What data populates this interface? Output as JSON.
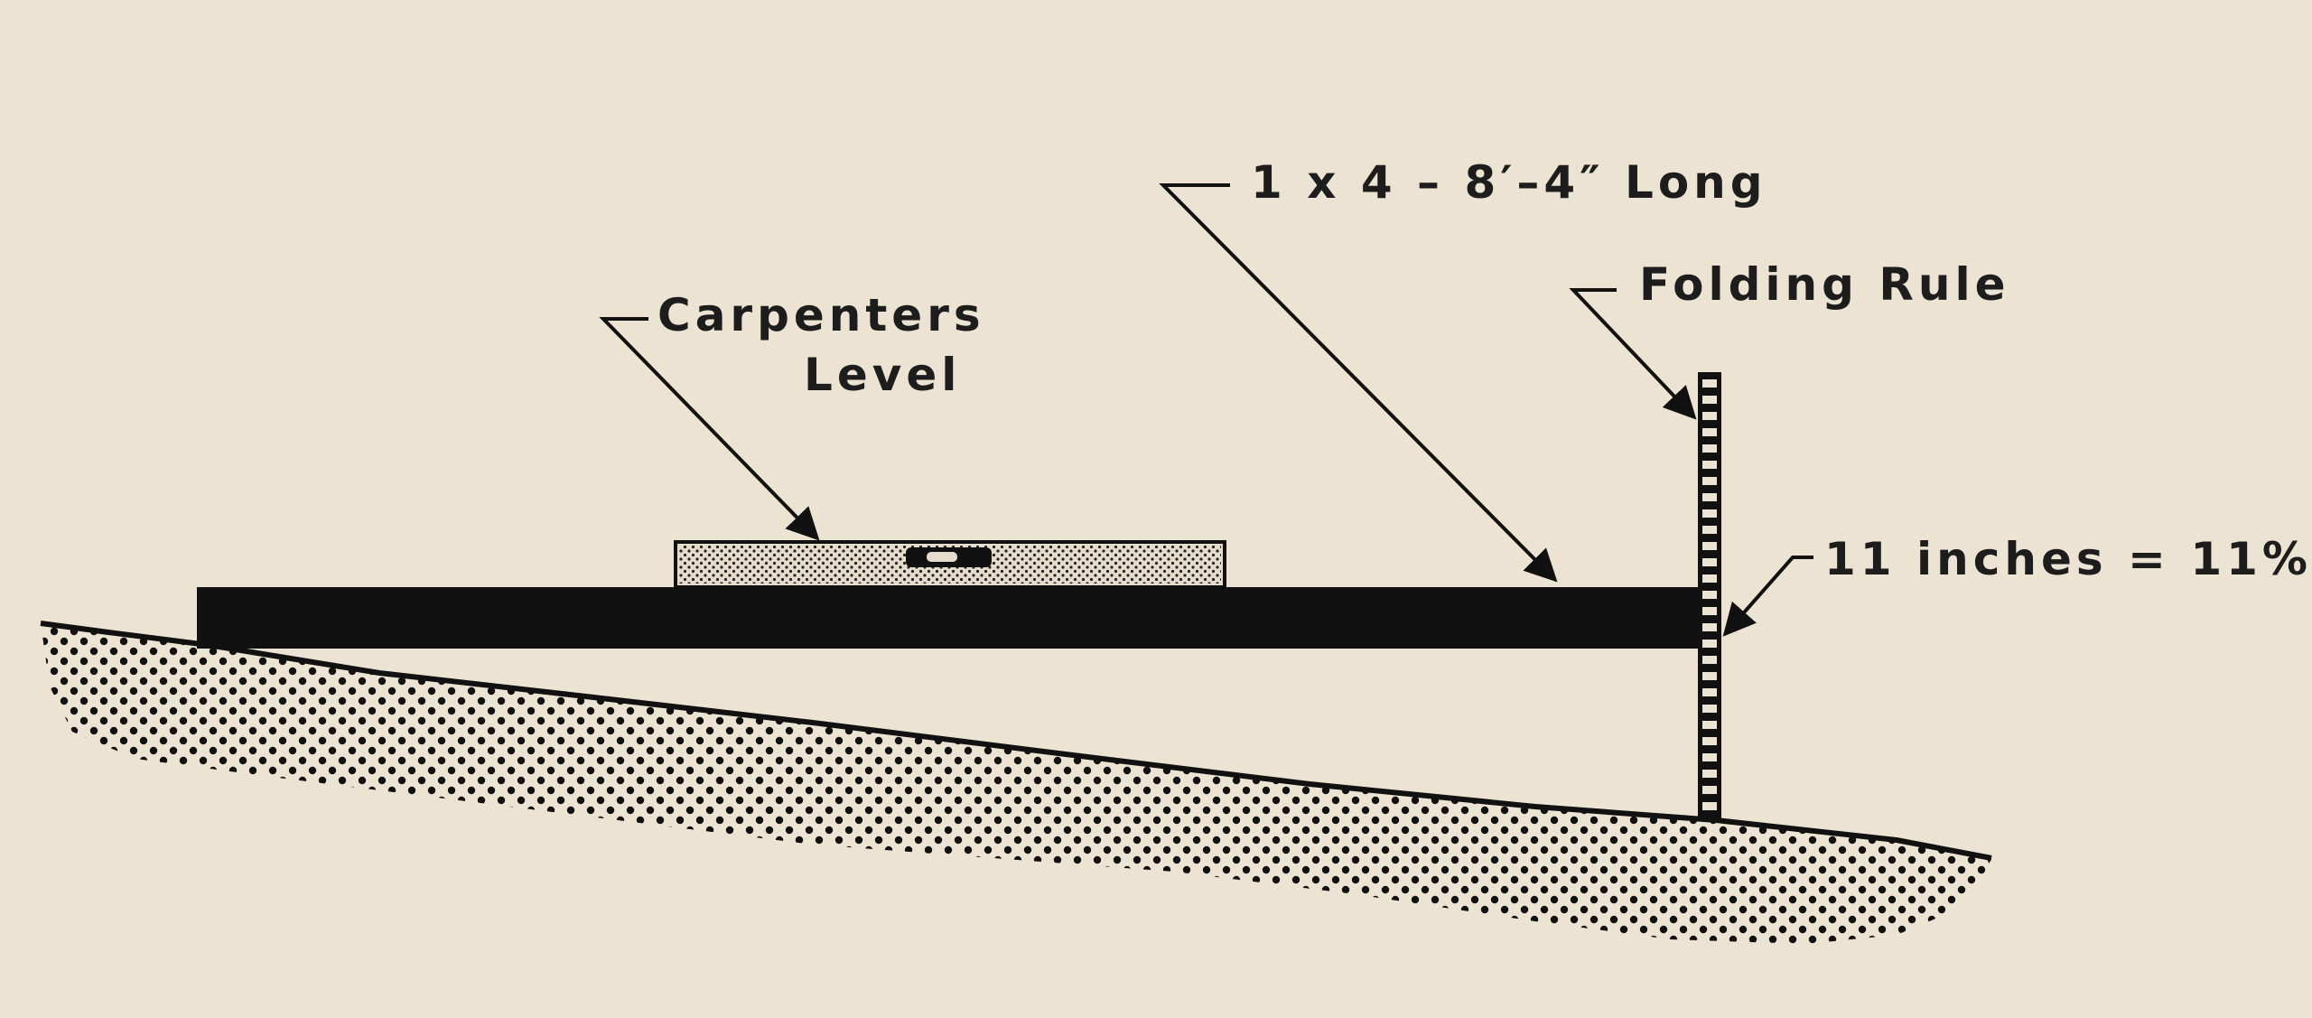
{
  "labels": {
    "carpenters": "Carpenters",
    "level": "Level",
    "board": "1 x 4 – 8′–4″ Long",
    "folding_rule": "Folding Rule",
    "measurement": "11 inches = 11%"
  },
  "colors": {
    "paper": "#ede3d3",
    "ink": "#111111",
    "level_fill": "#e6dccb"
  }
}
